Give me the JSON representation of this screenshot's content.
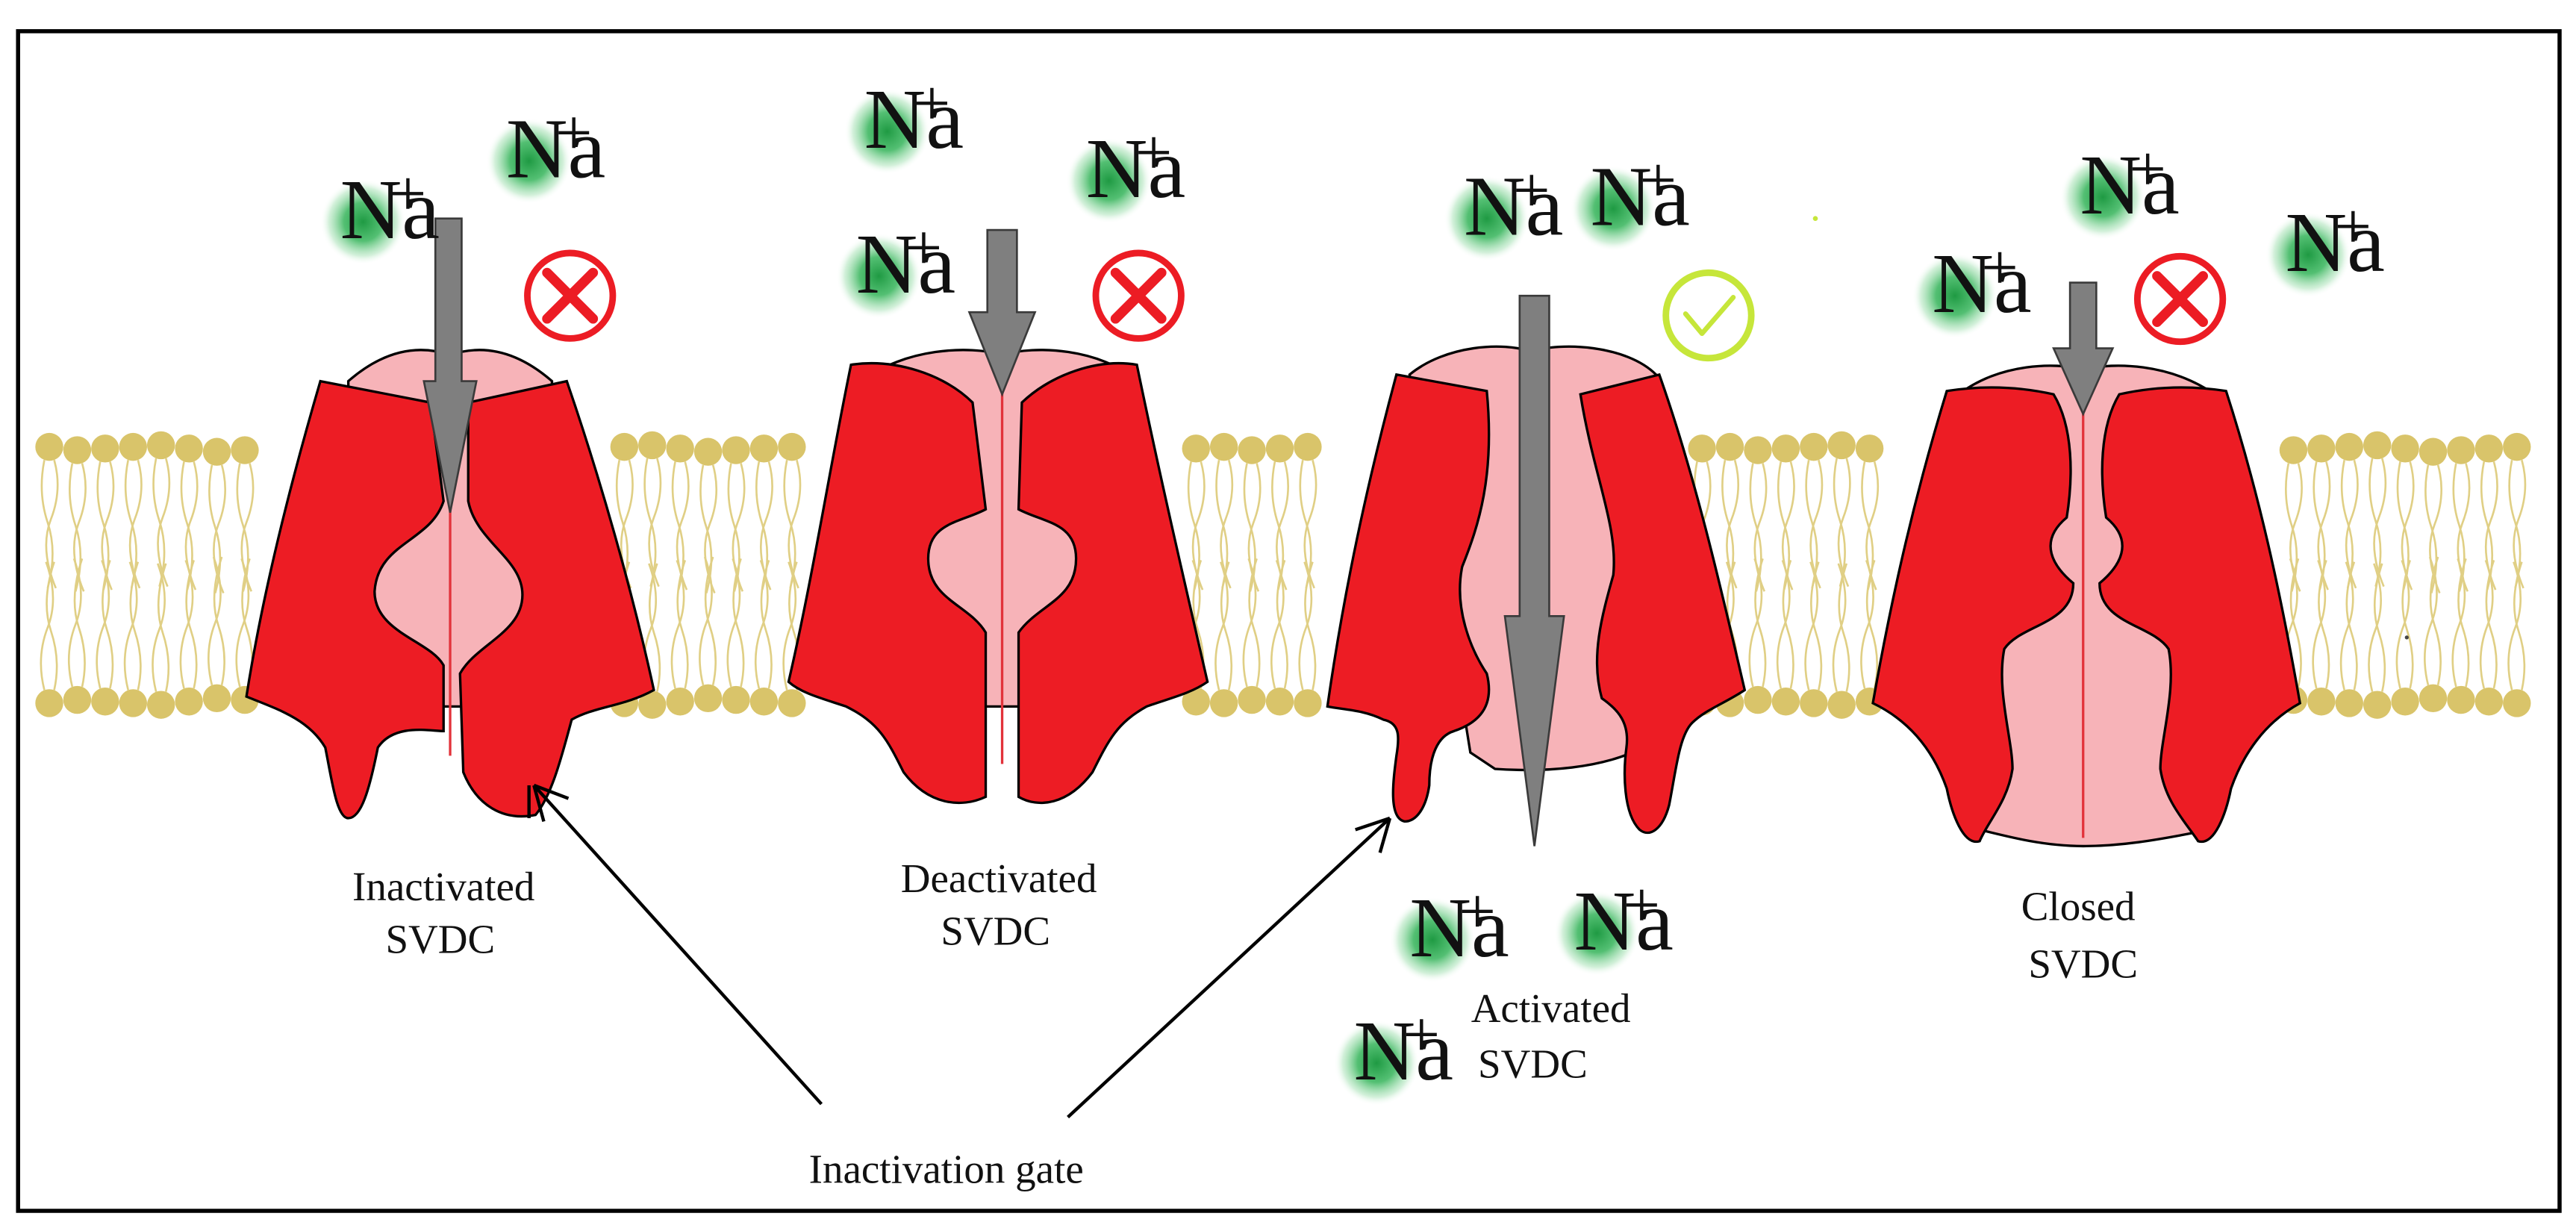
{
  "colors": {
    "channel_red": "#ed1c24",
    "pore_pink": "#f7b3b8",
    "lipid_head": "#d9c46a",
    "lipid_tail": "#e0cf85",
    "arrow_gray": "#7f7f7f",
    "blocked_red": "#ec1c24",
    "open_green": "#c6e63a",
    "sodium_green": "#22a84a"
  },
  "ion": {
    "symbol": "Na",
    "charge": "+"
  },
  "channels": [
    {
      "name": "inactivated",
      "line1": "Inactivated",
      "line2": "SVDC",
      "status": "blocked",
      "icon": "x-circle-icon"
    },
    {
      "name": "deactivated",
      "line1": "Deactivated",
      "line2": "SVDC",
      "status": "blocked",
      "icon": "x-circle-icon"
    },
    {
      "name": "activated",
      "line1": "Activated",
      "line2": "SVDC",
      "status": "open",
      "icon": "check-circle-icon"
    },
    {
      "name": "closed",
      "line1": "Closed",
      "line2": "SVDC",
      "status": "blocked",
      "icon": "x-circle-icon"
    }
  ],
  "callout": {
    "label": "Inactivation gate"
  }
}
